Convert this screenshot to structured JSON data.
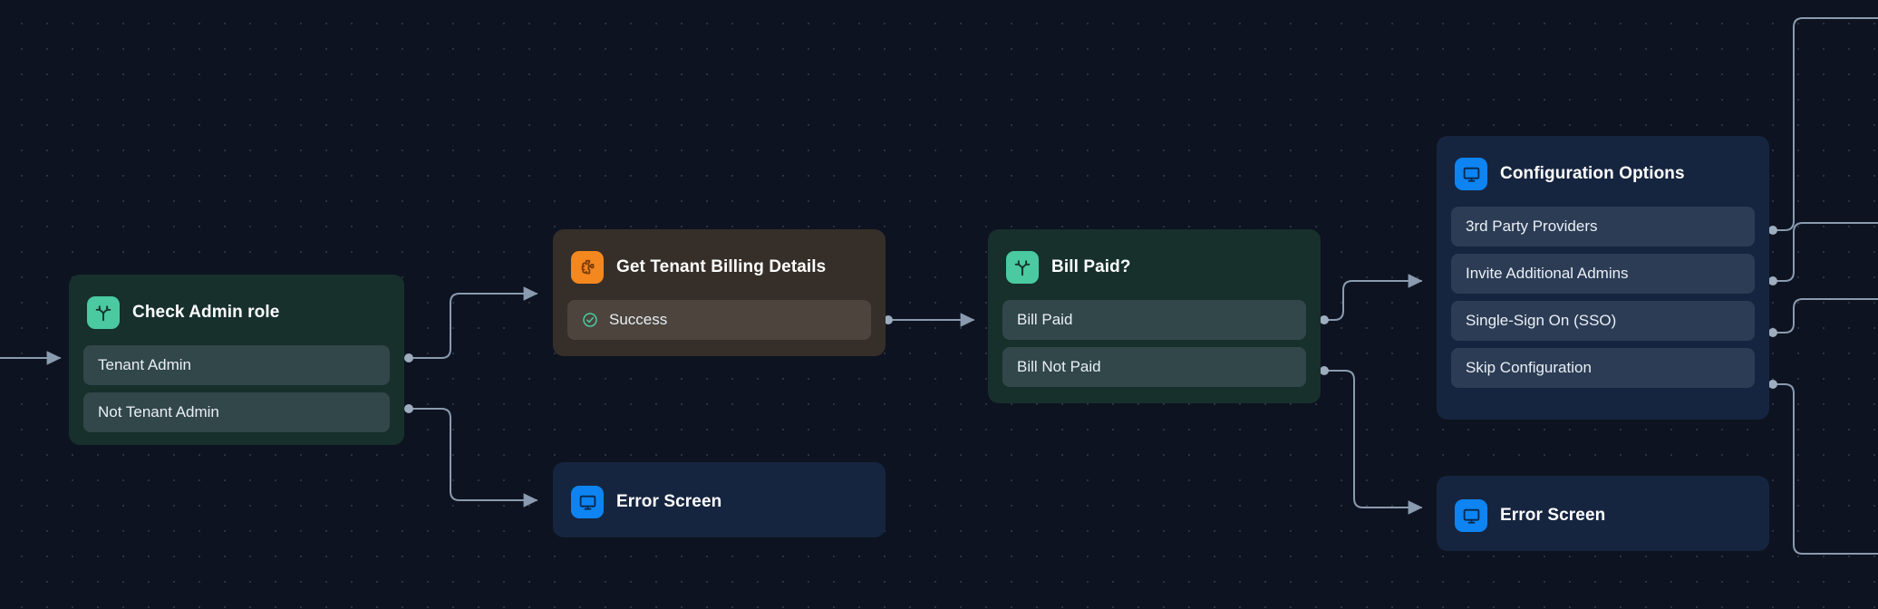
{
  "canvas": {
    "background_color": "#0d1320",
    "dot_color": "#2a3342",
    "edge_color": "#8a9bb0"
  },
  "nodes": [
    {
      "id": "check-admin-role",
      "type": "decision",
      "title": "Check Admin role",
      "icon": "branch-split-icon",
      "icon_color": "#4bc9a0",
      "rows": [
        {
          "label": "Tenant Admin"
        },
        {
          "label": "Not Tenant Admin"
        }
      ]
    },
    {
      "id": "get-tenant-billing-details",
      "type": "action",
      "title": "Get Tenant Billing Details",
      "icon": "puzzle-piece-icon",
      "icon_color": "#f5871f",
      "rows": [
        {
          "label": "Success",
          "status_icon": "check-circle-icon",
          "status_color": "#4bc9a0"
        }
      ]
    },
    {
      "id": "bill-paid",
      "type": "decision",
      "title": "Bill Paid?",
      "icon": "branch-split-icon",
      "icon_color": "#4bc9a0",
      "rows": [
        {
          "label": "Bill Paid"
        },
        {
          "label": "Bill Not Paid"
        }
      ]
    },
    {
      "id": "error-screen-left",
      "type": "screen",
      "title": "Error Screen",
      "icon": "monitor-icon",
      "icon_color": "#0d84f2",
      "rows": []
    },
    {
      "id": "configuration-options",
      "type": "screen",
      "title": "Configuration Options",
      "icon": "monitor-icon",
      "icon_color": "#0d84f2",
      "rows": [
        {
          "label": "3rd Party Providers"
        },
        {
          "label": "Invite Additional Admins"
        },
        {
          "label": "Single-Sign On (SSO)"
        },
        {
          "label": "Skip Configuration"
        }
      ]
    },
    {
      "id": "error-screen-right",
      "type": "screen",
      "title": "Error Screen",
      "icon": "monitor-icon",
      "icon_color": "#0d84f2",
      "rows": []
    }
  ],
  "labels": {
    "check_admin_title": "Check Admin role",
    "check_admin_row_0": "Tenant Admin",
    "check_admin_row_1": "Not Tenant Admin",
    "billing_title": "Get Tenant Billing Details",
    "billing_row_0": "Success",
    "bill_paid_title": "Bill Paid?",
    "bill_paid_row_0": "Bill Paid",
    "bill_paid_row_1": "Bill Not Paid",
    "error_left_title": "Error Screen",
    "config_title": "Configuration Options",
    "config_row_0": "3rd Party Providers",
    "config_row_1": "Invite Additional Admins",
    "config_row_2": "Single-Sign On (SSO)",
    "config_row_3": "Skip Configuration",
    "error_right_title": "Error Screen"
  },
  "edges": [
    {
      "from": "canvas-left",
      "to": "check-admin-role"
    },
    {
      "from": "check-admin-role.Tenant Admin",
      "to": "get-tenant-billing-details"
    },
    {
      "from": "check-admin-role.Not Tenant Admin",
      "to": "error-screen-left"
    },
    {
      "from": "get-tenant-billing-details.Success",
      "to": "bill-paid"
    },
    {
      "from": "bill-paid.Bill Paid",
      "to": "configuration-options"
    },
    {
      "from": "bill-paid.Bill Not Paid",
      "to": "error-screen-right"
    },
    {
      "from": "configuration-options.3rd Party Providers",
      "to": "canvas-right"
    },
    {
      "from": "configuration-options.Invite Additional Admins",
      "to": "canvas-right"
    },
    {
      "from": "configuration-options.Single-Sign On (SSO)",
      "to": "canvas-right"
    },
    {
      "from": "configuration-options.Skip Configuration",
      "to": "canvas-right"
    }
  ]
}
